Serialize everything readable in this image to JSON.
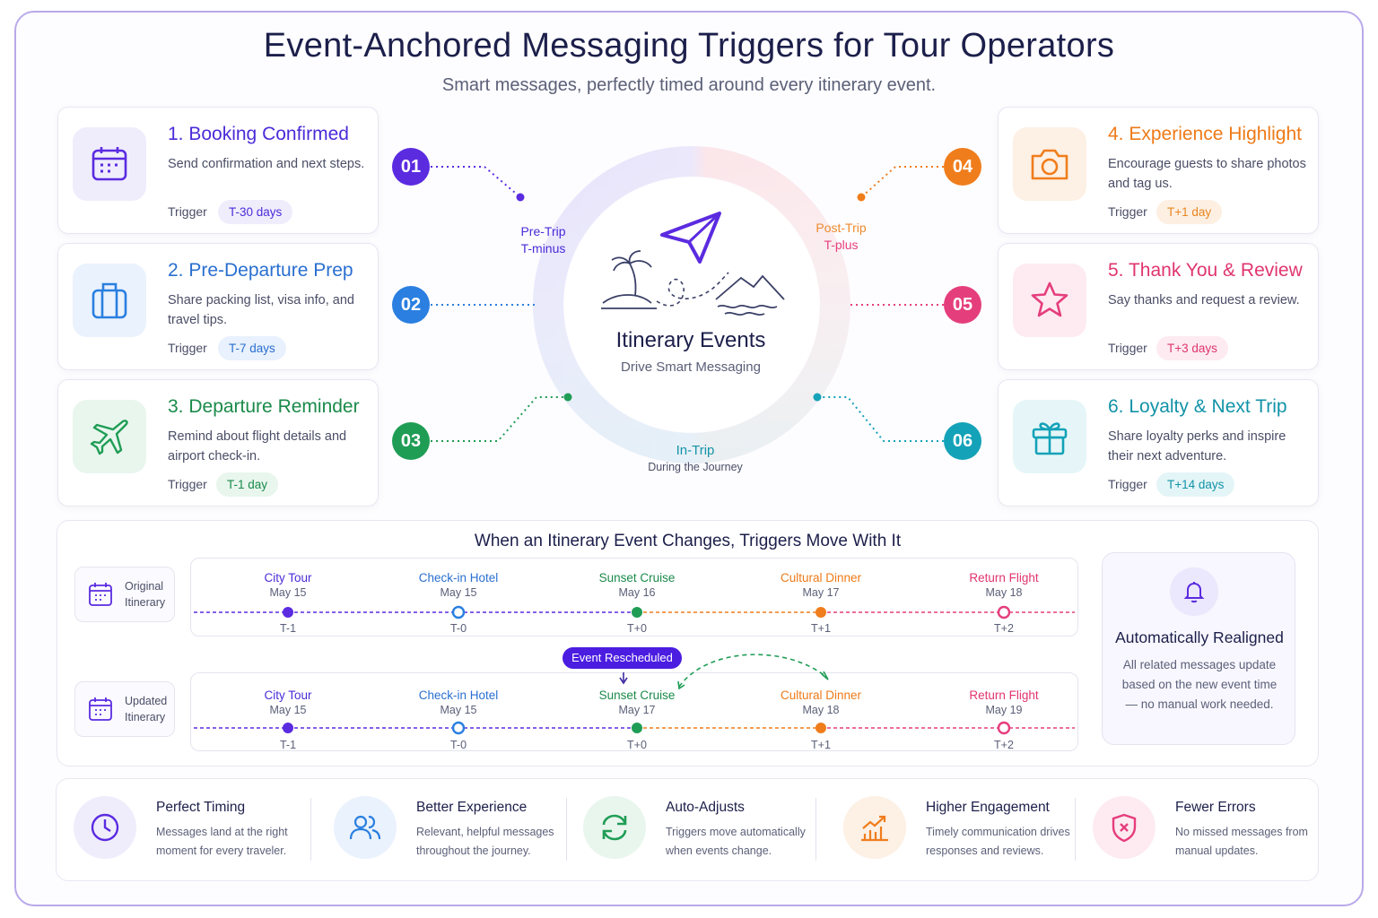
{
  "title": "Event-Anchored Messaging Triggers for Tour Operators",
  "subtitle": "Smart messages, perfectly timed around every itinerary event.",
  "colors": {
    "purple": "#5b2be0",
    "blue": "#2a7fe0",
    "green": "#1f9d55",
    "orange": "#f07d1c",
    "pink": "#e53e7c",
    "teal": "#14a2b8"
  },
  "steps": [
    {
      "number": "01",
      "title": "1. Booking Confirmed",
      "desc": "Send confirmation and next steps.",
      "trigger_label": "Trigger",
      "trigger": "T-30 days",
      "icon": "calendar-icon"
    },
    {
      "number": "02",
      "title": "2. Pre-Departure Prep",
      "desc": "Share packing list, visa info, and travel tips.",
      "trigger_label": "Trigger",
      "trigger": "T-7 days",
      "icon": "luggage-icon"
    },
    {
      "number": "03",
      "title": "3. Departure Reminder",
      "desc": "Remind about flight details and airport check-in.",
      "trigger_label": "Trigger",
      "trigger": "T-1 day",
      "icon": "airplane-icon"
    },
    {
      "number": "04",
      "title": "4. Experience Highlight",
      "desc": "Encourage guests to share photos and tag us.",
      "trigger_label": "Trigger",
      "trigger": "T+1 day",
      "icon": "camera-icon"
    },
    {
      "number": "05",
      "title": "5. Thank You & Review",
      "desc": "Say thanks and request a review.",
      "trigger_label": "Trigger",
      "trigger": "T+3 days",
      "icon": "star-icon"
    },
    {
      "number": "06",
      "title": "6. Loyalty & Next Trip",
      "desc": "Share loyalty perks and inspire their next adventure.",
      "trigger_label": "Trigger",
      "trigger": "T+14 days",
      "icon": "gift-icon"
    }
  ],
  "ring": {
    "pre_trip": {
      "line1": "Pre-Trip",
      "line2": "T-minus"
    },
    "post_trip": {
      "line1": "Post-Trip",
      "line2": "T-plus"
    },
    "in_trip": {
      "line1": "In-Trip",
      "line2": "During the Journey"
    }
  },
  "center": {
    "title": "Itinerary Events",
    "subtitle": "Drive Smart Messaging",
    "icon": "paper-plane-icon"
  },
  "timeline": {
    "heading": "When an Itinerary Event Changes, Triggers Move With It",
    "original": {
      "label_line1": "Original",
      "label_line2": "Itinerary",
      "events": [
        {
          "name": "City Tour",
          "date": "May 15",
          "offset": "T-1"
        },
        {
          "name": "Check-in Hotel",
          "date": "May 15",
          "offset": "T-0"
        },
        {
          "name": "Sunset Cruise",
          "date": "May 16",
          "offset": "T+0"
        },
        {
          "name": "Cultural Dinner",
          "date": "May 17",
          "offset": "T+1"
        },
        {
          "name": "Return Flight",
          "date": "May 18",
          "offset": "T+2"
        }
      ]
    },
    "updated": {
      "label_line1": "Updated",
      "label_line2": "Itinerary",
      "events": [
        {
          "name": "City Tour",
          "date": "May 15",
          "offset": "T-1"
        },
        {
          "name": "Check-in Hotel",
          "date": "May 15",
          "offset": "T-0"
        },
        {
          "name": "Sunset Cruise",
          "date": "May 17",
          "offset": "T+0"
        },
        {
          "name": "Cultural Dinner",
          "date": "May 18",
          "offset": "T+1"
        },
        {
          "name": "Return Flight",
          "date": "May 19",
          "offset": "T+2"
        }
      ]
    },
    "rescheduled_badge": "Event Rescheduled",
    "realigned": {
      "title": "Automatically Realigned",
      "desc": "All related messages update based on the new event time — no manual work needed.",
      "icon": "bell-icon"
    }
  },
  "benefits": [
    {
      "title": "Perfect Timing",
      "desc": "Messages land at the right moment for every traveler.",
      "icon": "clock-icon"
    },
    {
      "title": "Better Experience",
      "desc": "Relevant, helpful messages throughout the journey.",
      "icon": "users-icon"
    },
    {
      "title": "Auto-Adjusts",
      "desc": "Triggers move automatically when events change.",
      "icon": "refresh-icon"
    },
    {
      "title": "Higher Engagement",
      "desc": "Timely communication drives responses and reviews.",
      "icon": "chart-up-icon"
    },
    {
      "title": "Fewer Errors",
      "desc": "No missed messages from manual updates.",
      "icon": "shield-icon"
    }
  ]
}
